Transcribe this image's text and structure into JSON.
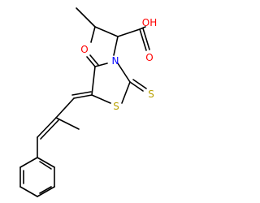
{
  "molecule": {
    "atoms": {
      "oh": {
        "text": "OH",
        "color": "#ff0000"
      },
      "acid_o": {
        "text": "O",
        "color": "#ff0000"
      },
      "ketone_o": {
        "text": "O",
        "color": "#ff0000"
      },
      "ring_n": {
        "text": "N",
        "color": "#0000ff"
      },
      "ring_s": {
        "text": "S",
        "color": "#b8a000"
      },
      "thione_s": {
        "text": "S",
        "color": "#b8a000"
      }
    }
  }
}
